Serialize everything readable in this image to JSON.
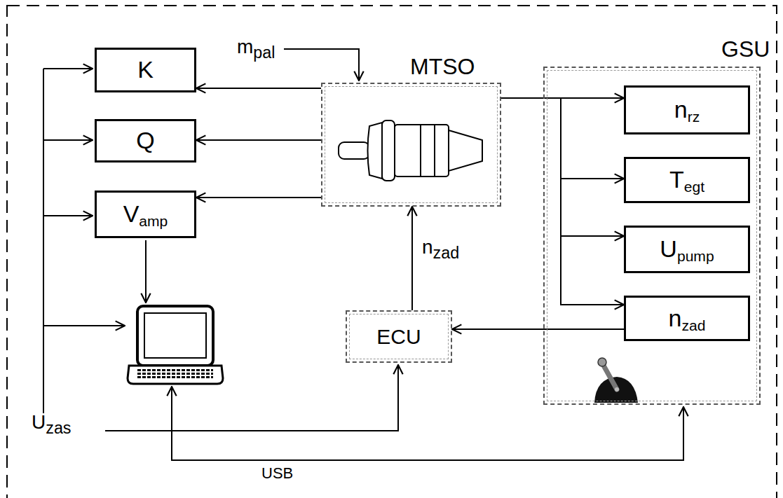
{
  "diagram": {
    "nodes": [
      {
        "text": [
          "K"
        ]
      },
      {
        "text": [
          "Q"
        ]
      },
      {
        "text": [
          "Vamp"
        ]
      },
      {
        "text": [
          "MTSO"
        ]
      },
      {
        "text": [
          "GSU"
        ]
      },
      {
        "text": [
          "nrz"
        ],
        "in": 4
      },
      {
        "text": [
          "Tegt"
        ],
        "in": 4
      },
      {
        "text": [
          "Upump"
        ],
        "in": 4
      },
      {
        "text": [
          "nzad"
        ],
        "in": 4
      },
      {
        "text": [
          "ECU"
        ]
      }
    ],
    "edges": [
      {
        "from": 3,
        "to": 0,
        "arrow": "to"
      },
      {
        "from": 3,
        "to": 1,
        "arrow": "to"
      },
      {
        "from": 3,
        "to": 2,
        "arrow": "to"
      },
      {
        "from": 3,
        "to": 5,
        "arrow": "to"
      },
      {
        "from": 3,
        "to": 6,
        "arrow": "to"
      },
      {
        "from": 3,
        "to": 7,
        "arrow": "to"
      },
      {
        "from": 3,
        "to": 8,
        "arrow": "to"
      },
      {
        "from": 8,
        "to": 9,
        "arrow": "to"
      },
      {
        "from": 9,
        "to": 3,
        "label": "nzad",
        "arrow": "to"
      }
    ],
    "labels": [
      "mpal",
      "Uzas",
      "USB"
    ]
  }
}
